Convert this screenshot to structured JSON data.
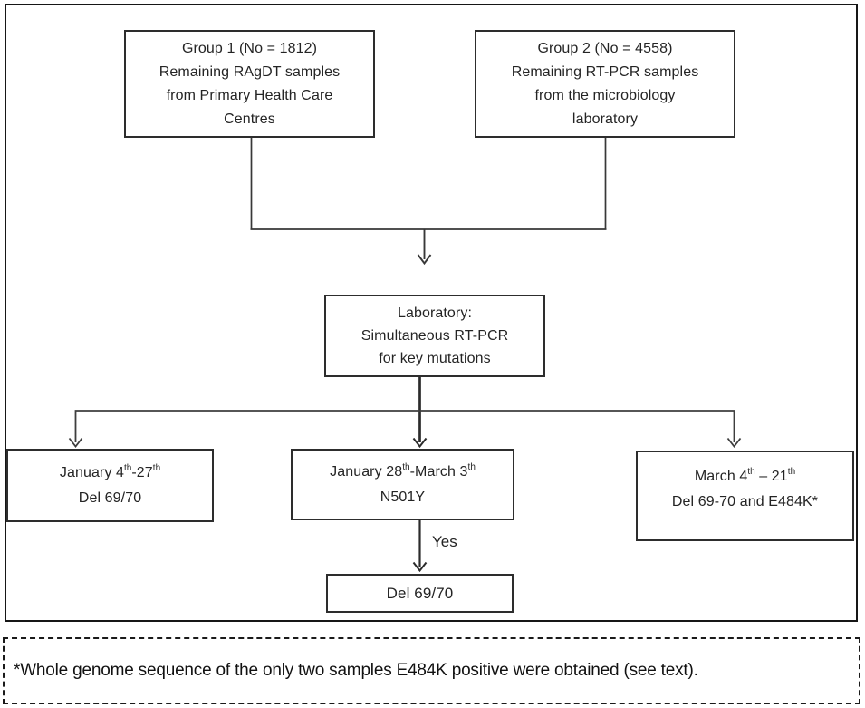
{
  "diagram": {
    "group1_lines": [
      "Group 1 (No = 1812)",
      "Remaining RAgDT samples",
      "from Primary Health Care",
      "Centres"
    ],
    "group2_lines": [
      "Group 2 (No = 4558)",
      "Remaining RT-PCR samples",
      "from the microbiology",
      "laboratory"
    ],
    "laboratory_lines": [
      "Laboratory:",
      "Simultaneous RT-PCR",
      "for key mutations"
    ],
    "branch_left": {
      "header": [
        "January 4",
        "th",
        "-27",
        "th"
      ],
      "value": "Del 69/70"
    },
    "branch_middle": {
      "header": [
        "January 28",
        "th",
        "-March 3",
        "th"
      ],
      "value": "N501Y"
    },
    "branch_right": {
      "header": [
        "March 4",
        "th",
        " – 21",
        "th"
      ],
      "value": "Del 69-70 and E484K*"
    },
    "yes_label": "Yes",
    "result_box": "Del 69/70"
  },
  "footnote": "*Whole genome sequence of the only two samples E484K positive were obtained (see text).",
  "colors": {
    "line": "#383838",
    "box_border": "#2d2d2d",
    "text": "#242424"
  }
}
